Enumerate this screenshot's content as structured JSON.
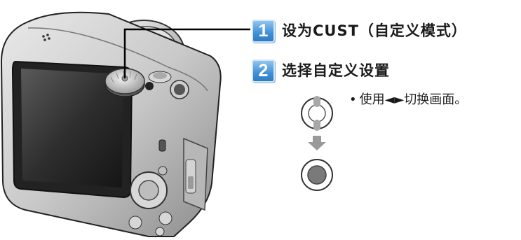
{
  "steps": [
    {
      "number": "1",
      "text": "设为CUST（自定义模式）"
    },
    {
      "number": "2",
      "text": "选择自定义设置"
    }
  ],
  "note": {
    "bullet": "•",
    "text": "使用◄►切换画面。"
  },
  "icons": [
    "camera-illustration",
    "mode-dial-icon",
    "control-dial-up-down-icon",
    "arrow-down-icon",
    "control-dial-center-press-icon"
  ],
  "colors": {
    "badge": "#3f8fd6",
    "line": "#000000",
    "dial_ring": "#555555"
  }
}
